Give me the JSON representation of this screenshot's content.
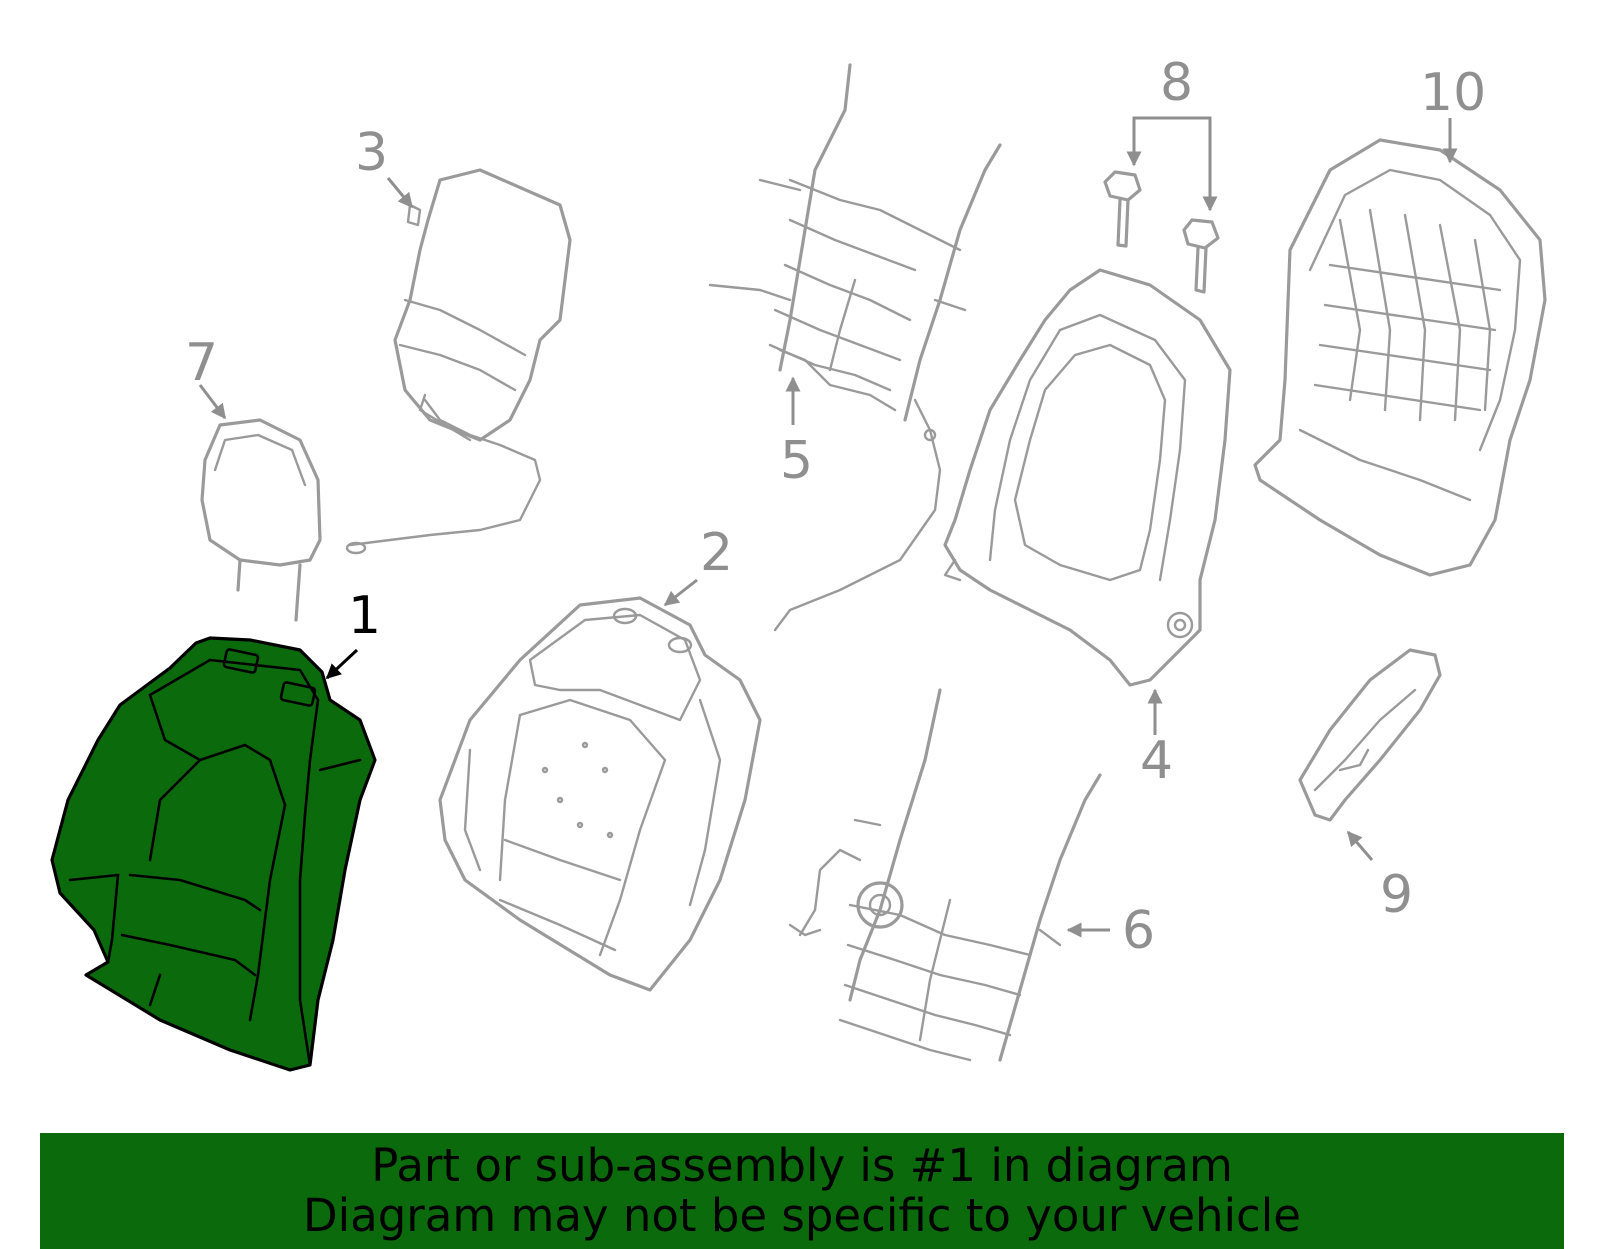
{
  "diagram": {
    "callouts": [
      {
        "id": "1",
        "label": "1",
        "highlighted": true
      },
      {
        "id": "2",
        "label": "2",
        "highlighted": false
      },
      {
        "id": "3",
        "label": "3",
        "highlighted": false
      },
      {
        "id": "4",
        "label": "4",
        "highlighted": false
      },
      {
        "id": "5",
        "label": "5",
        "highlighted": false
      },
      {
        "id": "6",
        "label": "6",
        "highlighted": false
      },
      {
        "id": "7",
        "label": "7",
        "highlighted": false
      },
      {
        "id": "8",
        "label": "8",
        "highlighted": false
      },
      {
        "id": "9",
        "label": "9",
        "highlighted": false
      },
      {
        "id": "10",
        "label": "10",
        "highlighted": false
      }
    ],
    "colors": {
      "highlight_fill": "#0b6a0b",
      "part_stroke": "#9a9a9a",
      "highlight_stroke": "#000000"
    }
  },
  "banner": {
    "line1": "Part or sub-assembly is #1 in diagram",
    "line2": "Diagram may not be specific to your vehicle"
  }
}
